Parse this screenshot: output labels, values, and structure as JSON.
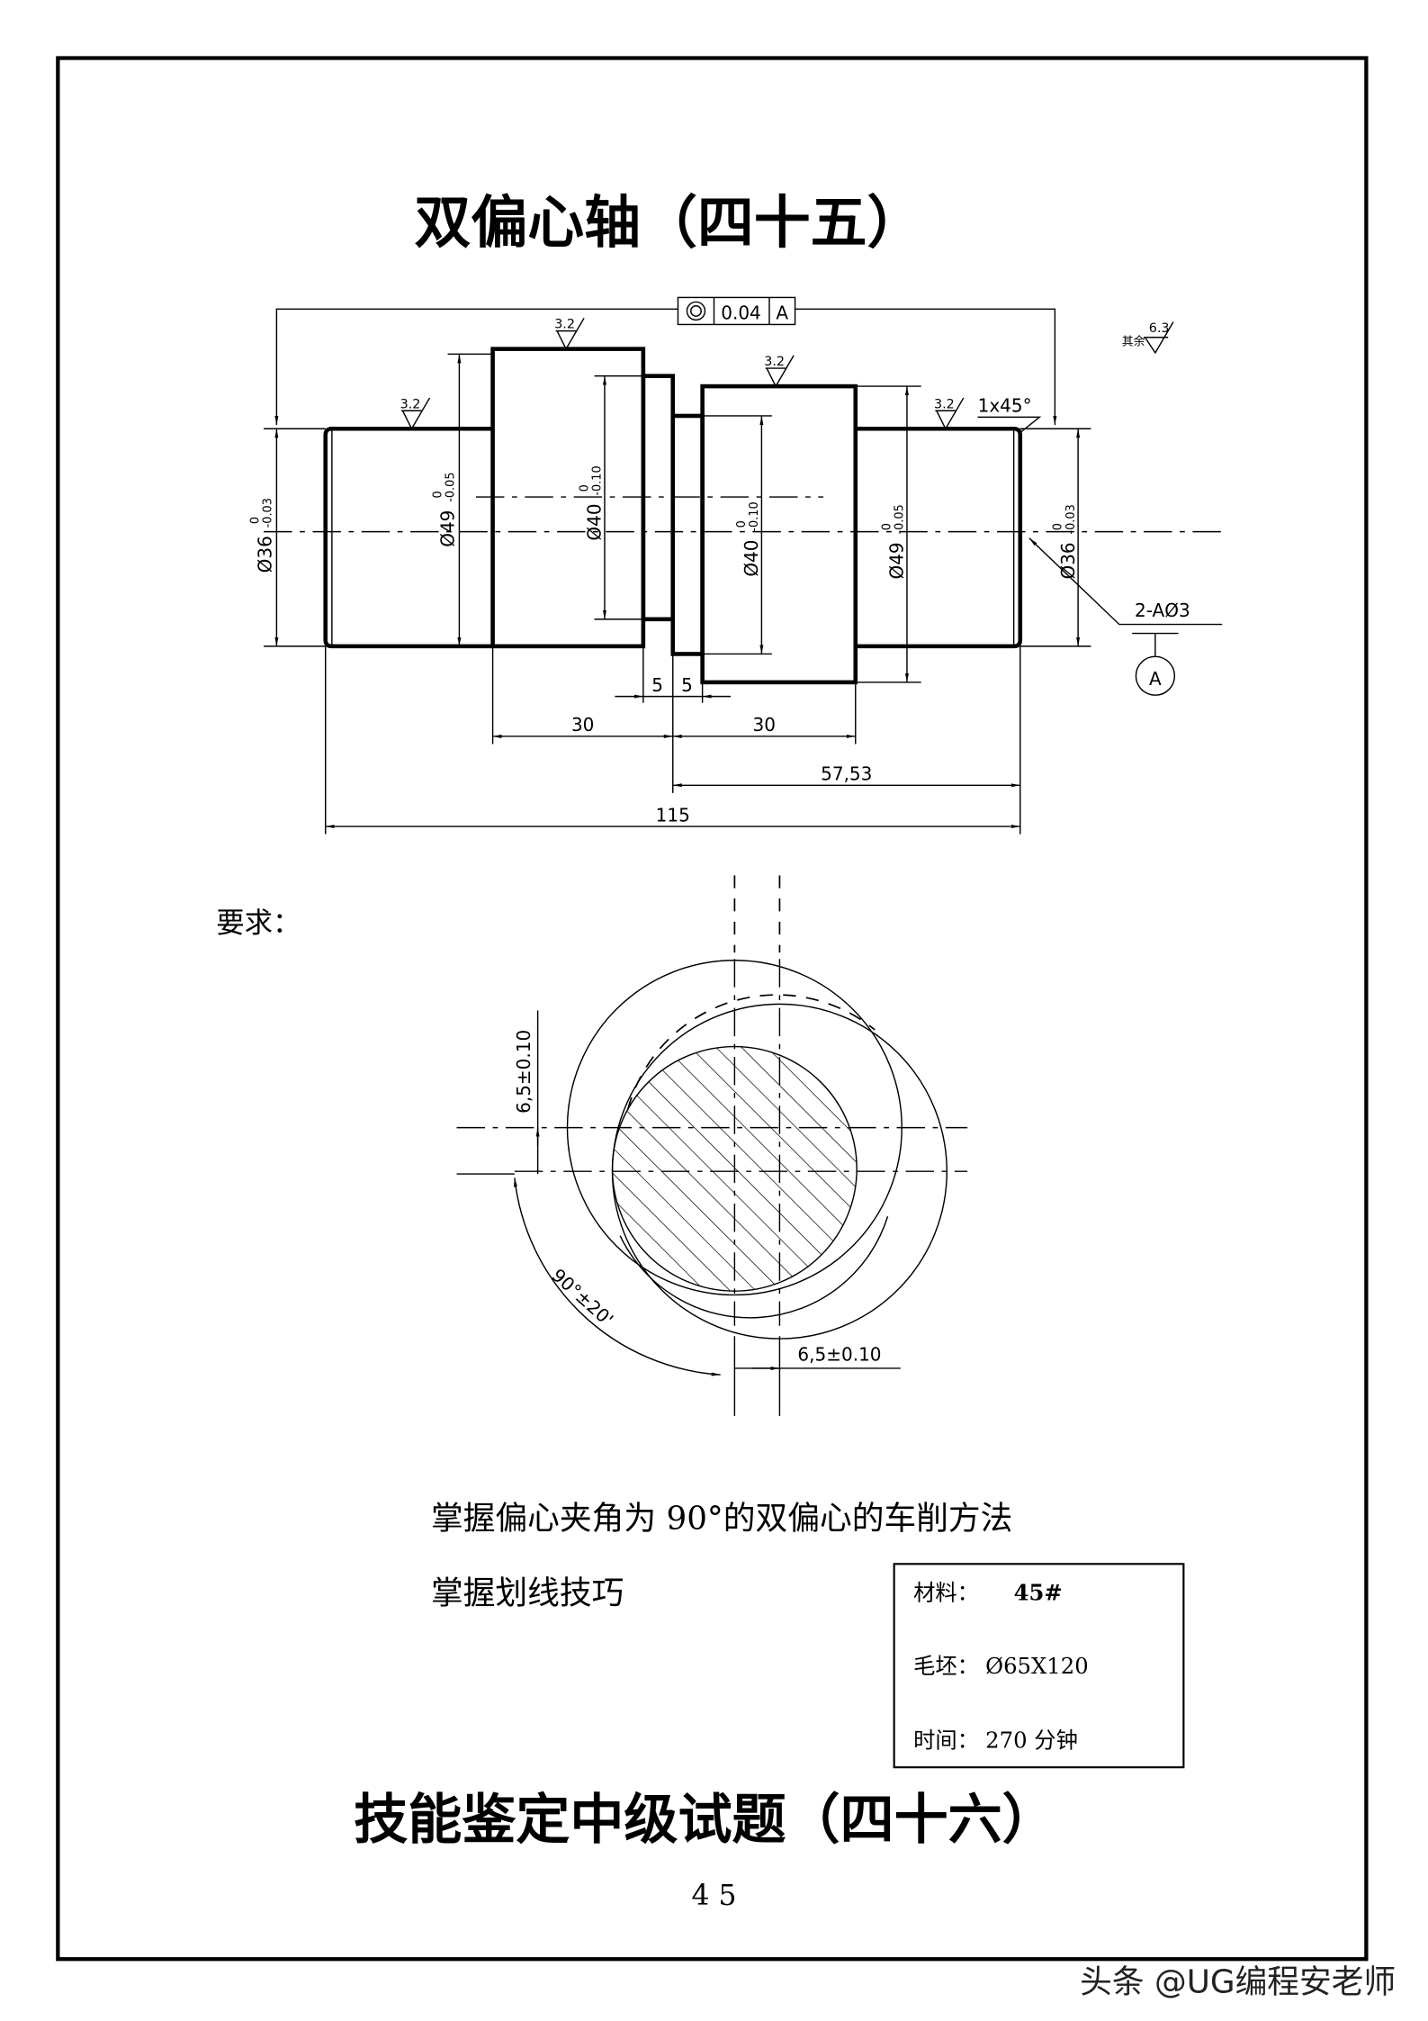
{
  "title": "双偏心轴（四十五）",
  "tolerance_frame": {
    "symbol": "concentricity-icon",
    "value": "0.04",
    "datum": "A"
  },
  "general_roughness": {
    "label": "其余",
    "value": "6.3"
  },
  "roughness": [
    "3.2",
    "3.2",
    "3.2",
    "3.2"
  ],
  "chamfer": "1x45°",
  "center_hole": "2-AØ3",
  "datum_label": "A",
  "diameters": {
    "left_36": {
      "base": "Ø36",
      "upper": "0",
      "lower": "-0.03"
    },
    "left_49": {
      "base": "Ø49",
      "upper": "0",
      "lower": "-0.05"
    },
    "left_40": {
      "base": "Ø40",
      "upper": "0",
      "lower": "-0.10"
    },
    "right_40": {
      "base": "Ø40",
      "upper": "0",
      "lower": "-0.10"
    },
    "right_49": {
      "base": "Ø49",
      "upper": "0",
      "lower": "-0.05"
    },
    "right_36": {
      "base": "Ø36",
      "upper": "0",
      "lower": "-0.03"
    }
  },
  "lengths": {
    "groove_a": "5",
    "groove_b": "5",
    "left_30": "30",
    "right_30": "30",
    "partial": "57,53",
    "total": "115"
  },
  "requirements_label": "要求：",
  "section": {
    "offset_vertical": "6,5±0.10",
    "offset_horizontal": "6,5±0.10",
    "angle": "90°±20'"
  },
  "requirements": [
    "掌握偏心夹角为 90°的双偏心的车削方法",
    "掌握划线技巧"
  ],
  "info_box": {
    "material_label": "材料：",
    "material_value": "45#",
    "blank_label": "毛坯：",
    "blank_value": "Ø65X120",
    "time_label": "时间：",
    "time_value": "270 分钟"
  },
  "footer_title": "技能鉴定中级试题（四十六）",
  "page_number": "4 5",
  "watermark": "头条 @UG编程安老师"
}
